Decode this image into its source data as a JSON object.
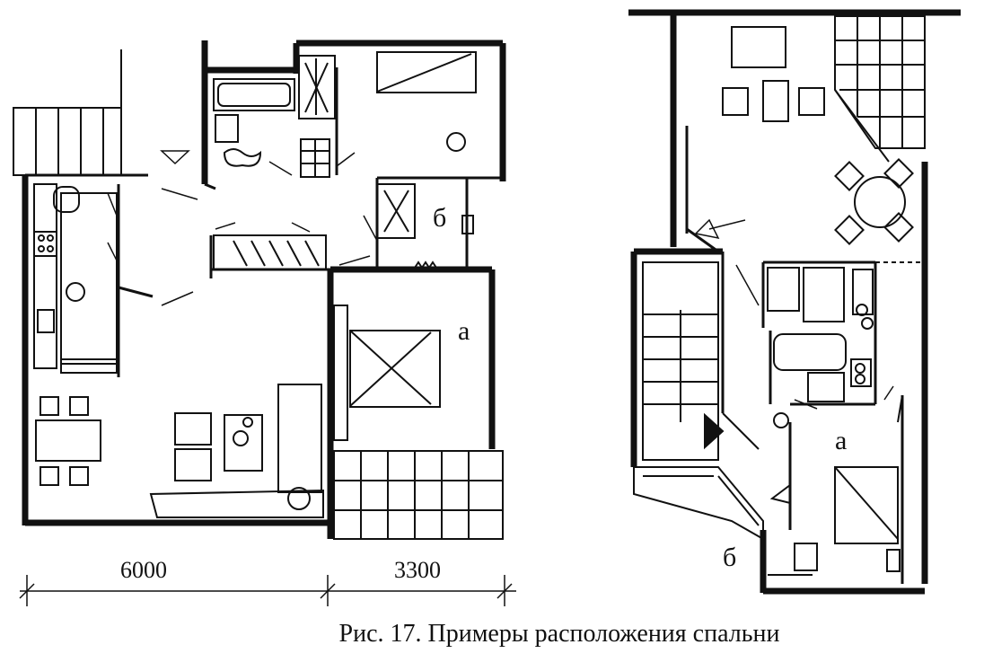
{
  "figure": {
    "caption": "Рис. 17. Примеры расположения спальни"
  },
  "plan_left": {
    "dim_left": "6000",
    "dim_right": "3300",
    "label_a": "а",
    "label_b": "б"
  },
  "plan_right": {
    "label_a": "а",
    "label_b": "б"
  }
}
